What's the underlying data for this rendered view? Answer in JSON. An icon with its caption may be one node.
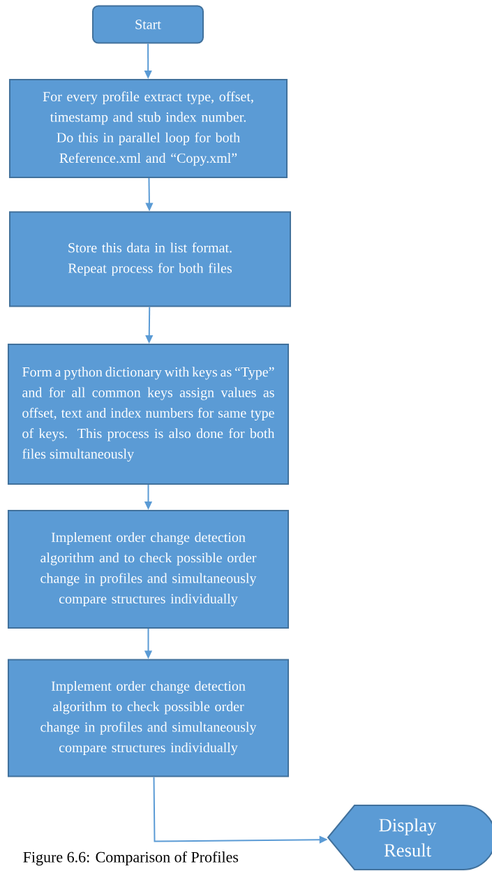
{
  "diagram": {
    "caption": "Figure 6.6: Comparison of Profiles",
    "nodes": [
      {
        "text": [
          "Start"
        ]
      },
      {
        "text": [
          "For every profile extract type, offset, timestamp and stub index number. Do this in parallel loop for both Reference.xml and “Copy.xml”"
        ]
      },
      {
        "text": [
          "Store this data in list format. Repeat process for both files"
        ]
      },
      {
        "text": [
          "Form a python dictionary with keys as “Type” and for all common keys assign values as offset, text and index numbers for same type of keys. This process is also done for both files simultaneously"
        ]
      },
      {
        "text": [
          "Implement order change detection algorithm and to check possible order change in profiles and simultaneously compare structures individually"
        ]
      },
      {
        "text": [
          "Implement order change detection algorithm to check possible order change in profiles and simultaneously compare structures individually"
        ]
      },
      {
        "text": [
          "Display Result"
        ]
      }
    ],
    "edges": [
      {
        "from": 0,
        "to": 1,
        "arrow": "to"
      },
      {
        "from": 1,
        "to": 2,
        "arrow": "to"
      },
      {
        "from": 2,
        "to": 3,
        "arrow": "to"
      },
      {
        "from": 3,
        "to": 4,
        "arrow": "to"
      },
      {
        "from": 4,
        "to": 5,
        "arrow": "to"
      },
      {
        "from": 5,
        "to": 6,
        "arrow": "to"
      }
    ]
  }
}
